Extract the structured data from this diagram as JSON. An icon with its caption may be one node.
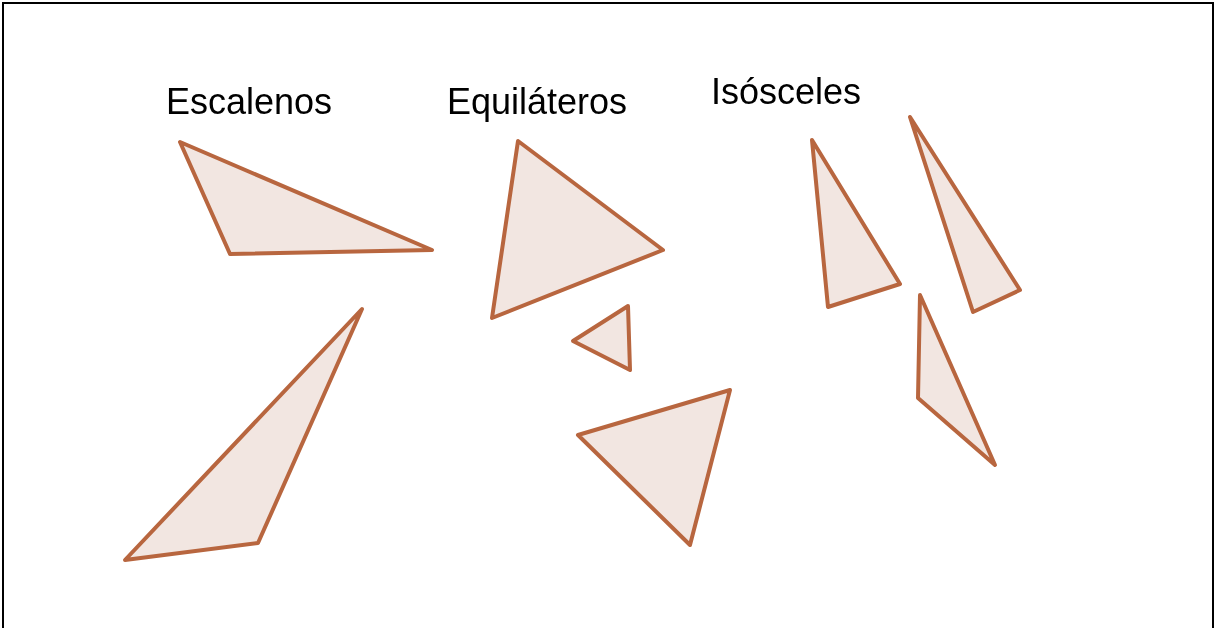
{
  "diagram": {
    "nodes": [
      {
        "text": [],
        "shape": "triangle"
      },
      {
        "text": [],
        "shape": "triangle"
      },
      {
        "text": [],
        "shape": "triangle"
      },
      {
        "text": [],
        "shape": "triangle"
      },
      {
        "text": [],
        "shape": "triangle"
      },
      {
        "text": [],
        "shape": "triangle"
      },
      {
        "text": [],
        "shape": "triangle"
      },
      {
        "text": [],
        "shape": "triangle"
      }
    ],
    "labels": [
      "Escalenos",
      "Equiláteros",
      "Isósceles"
    ]
  }
}
